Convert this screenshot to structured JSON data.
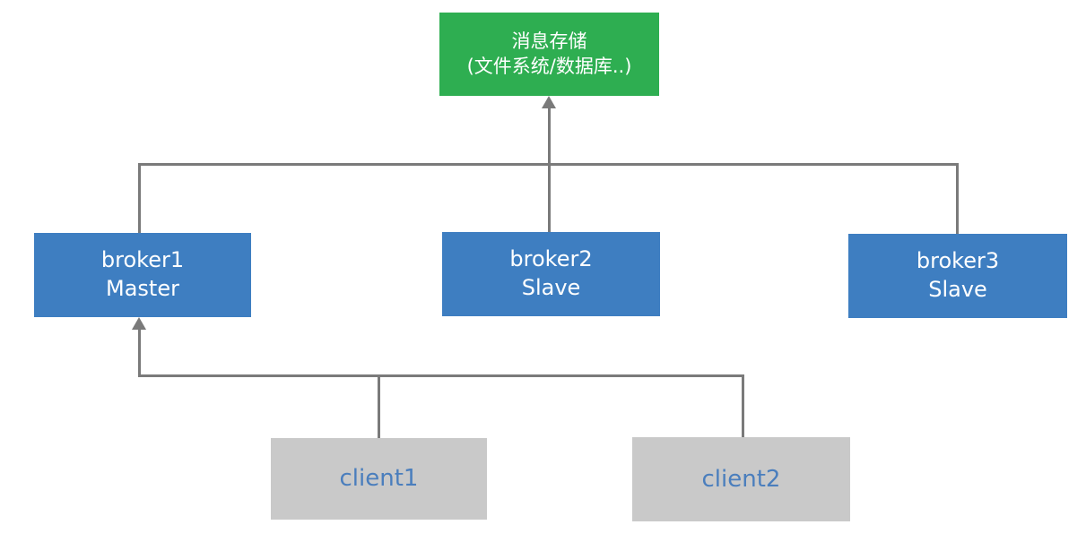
{
  "diagram": {
    "type": "architecture-topology",
    "nodes": {
      "storage": {
        "line1": "消息存储",
        "line2": "(文件系统/数据库..)",
        "kind": "message-store"
      },
      "broker1": {
        "name": "broker1",
        "role": "Master"
      },
      "broker2": {
        "name": "broker2",
        "role": "Slave"
      },
      "broker3": {
        "name": "broker3",
        "role": "Slave"
      },
      "client1": {
        "label": "client1"
      },
      "client2": {
        "label": "client2"
      }
    },
    "edges": [
      {
        "from": [
          "broker1",
          "broker2",
          "broker3"
        ],
        "to": "storage",
        "arrow": "single arrowhead pointing up into storage box"
      },
      {
        "from": [
          "client1",
          "client2"
        ],
        "to": "broker1",
        "arrow": "single arrowhead pointing up into broker1 box"
      }
    ]
  },
  "colors": {
    "storage_fill": "#2eae51",
    "broker_fill": "#3e7ec1",
    "client_fill": "#c9c9c9",
    "client_text": "#4a7ebd",
    "connector": "#7a7a7a",
    "box_text": "#ffffff",
    "canvas_bg": "#ffffff"
  }
}
